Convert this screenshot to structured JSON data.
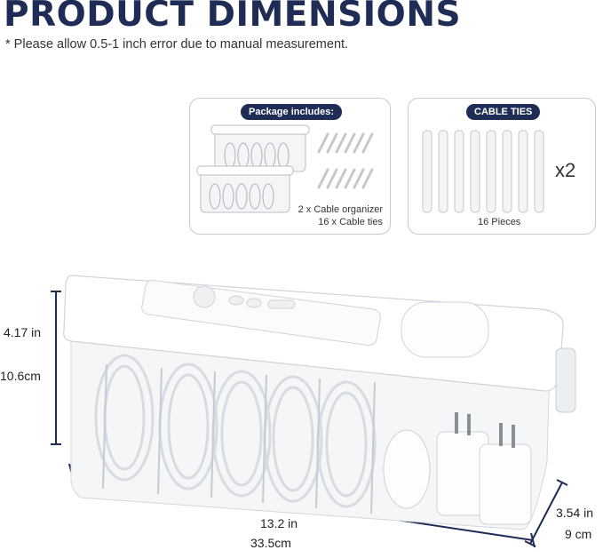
{
  "header": {
    "title": "PRODUCT DIMENSIONS",
    "note": "* Please allow 0.5-1 inch error due to manual measurement."
  },
  "package_card": {
    "badge": "Package includes:",
    "line1": "2 x Cable organizer",
    "line2": "16 x Cable ties"
  },
  "ties_card": {
    "badge": "CABLE TIES",
    "multiplier": "x2",
    "caption": "16 Pieces"
  },
  "dimensions": {
    "height_in": "4.17 in",
    "height_cm": "10.6cm",
    "length_in": "13.2 in",
    "length_cm": "33.5cm",
    "depth_in": "3.54 in",
    "depth_cm": "9 cm"
  },
  "colors": {
    "navy": "#1f2d56",
    "product": "#f4f6f8"
  }
}
